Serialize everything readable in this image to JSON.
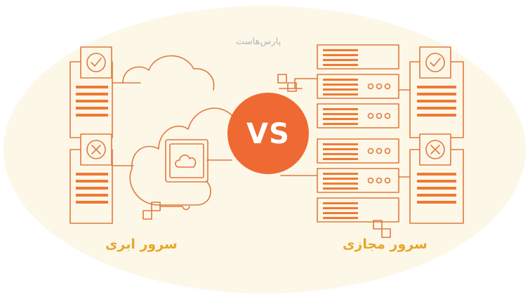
{
  "labels": {
    "left": "سرور ابری",
    "right": "سرور مجازی"
  },
  "vs_text": "VS",
  "logo_text": "پارس‌هاست",
  "colors": {
    "background_ellipse": "#fdf7e8",
    "line": "#e07a3c",
    "bars": "#ee7a35",
    "vs_circle": "#ee6a32",
    "label_text": "#e9a62a"
  },
  "icons": {
    "approved": "check-circle-icon",
    "rejected": "x-circle-icon",
    "cloud": "cloud-icon"
  }
}
